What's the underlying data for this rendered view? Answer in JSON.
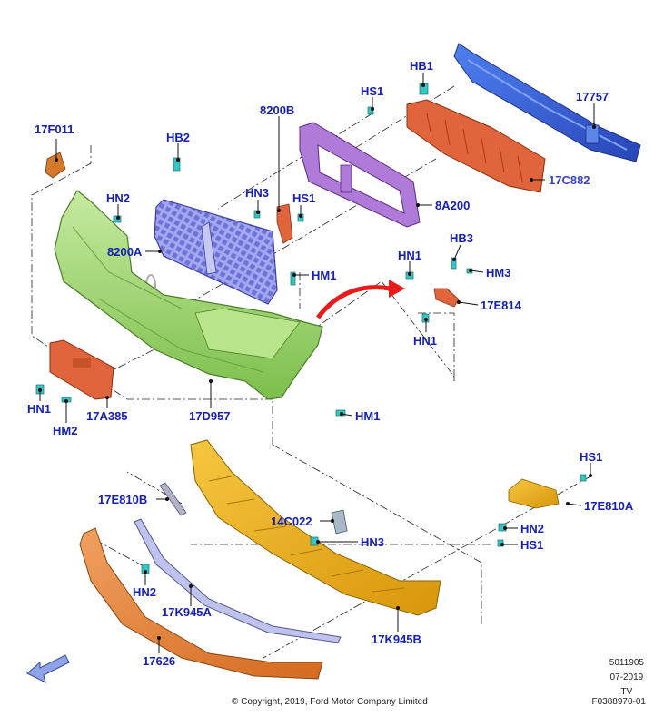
{
  "parts": {
    "p17F011": "17F011",
    "pHB2": "HB2",
    "pHN2a": "HN2",
    "pHN3a": "HN3",
    "pHS1a": "HS1",
    "p8200B": "8200B",
    "pHS1b": "HS1",
    "pHB1": "HB1",
    "p17757": "17757",
    "p17C882": "17C882",
    "p8A200": "8A200",
    "p8200A": "8200A",
    "pHM1a": "HM1",
    "pHN1a": "HN1",
    "pHB3": "HB3",
    "pHM3": "HM3",
    "p17E814": "17E814",
    "pHN1b": "HN1",
    "pHN1c": "HN1",
    "pHM2": "HM2",
    "p17A385": "17A385",
    "p17D957": "17D957",
    "pHM1b": "HM1",
    "pHS1c": "HS1",
    "p17E810B": "17E810B",
    "p17E810A": "17E810A",
    "p14C022": "14C022",
    "pHN3b": "HN3",
    "pHN2b": "HN2",
    "pHS1d": "HS1",
    "pHN2c": "HN2",
    "p17K945A": "17K945A",
    "p17K945B": "17K945B",
    "p17626": "17626"
  },
  "footer": {
    "copyright": "© Copyright, 2019, Ford Motor Company Limited",
    "doc_number": "5011905",
    "date": "07-2019",
    "code": "TV",
    "figure_id": "F0388970-01"
  },
  "colors": {
    "label": "#1520b8",
    "bumper_cover": "#9ed36a",
    "grille": "#8f93e6",
    "bracket_purple": "#a066cc",
    "absorber": "#e0643c",
    "reinforcement": "#3b5fd4",
    "lower_beam": "#e6a817",
    "lower_trim": "#e08a2c",
    "lip": "#b7b9e8",
    "clip": "#36c6c6",
    "arrow": "#e81a1a"
  }
}
